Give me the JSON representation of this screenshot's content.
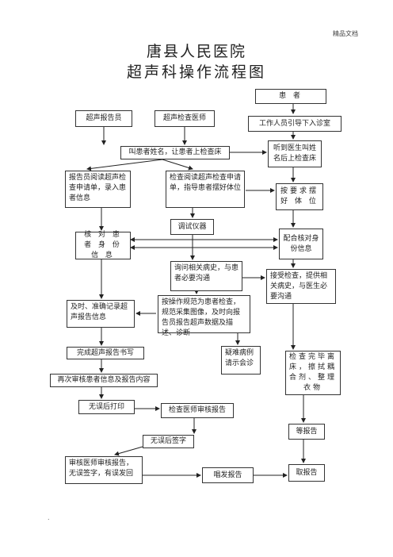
{
  "header": {
    "tag": "精品文档"
  },
  "title": {
    "line1": "唐县人民医院",
    "line2": "超声科操作流程图"
  },
  "nodes": {
    "patient": "患    者",
    "reporter": "超声报告员",
    "doctor": "超声检查医师",
    "guide": "工作人员引导下入诊室",
    "call_name": "叫患者姓名，让患者上检查床",
    "hear_name": "听到医生叫姓名后上检查床",
    "read_request_reporter": "报告员阅读超声检查申请单，录入患者信息",
    "read_request_doctor": "检查阅读超声检查申请单，指导患者摆好体位",
    "take_position": "按要求摆好 体 位",
    "debug": "调试仪器",
    "verify_identity": "核 对 患 者 身 份 信 息",
    "cooperate_verify": "配合核对身份信息",
    "ask_history": "询问相关病史，与患者必要沟通",
    "accept_exam": "接受检查，提供相关病史，与医生必要沟通",
    "record_info": "及时、准确记录超声报告信息",
    "perform_exam": "按操作规范为患者检查，规范采集图像，及时向报告员报告超声数据及描述、诊断",
    "finish_writing": "完成超声报告书写",
    "consult": "疑难病例请示会诊",
    "after_exam": "检查完毕离床，擦拭耦合剂、整理衣物",
    "recheck": "再次审核患者信息及报告内容",
    "print": "无误后打印",
    "doctor_review": "检查医师审核报告",
    "wait_report": "等报告",
    "sign": "无误后签字",
    "senior_review": "审核医师审核报告，无误签字，有误发回",
    "call_number": "唱发报告",
    "get_report": "取报告"
  },
  "footer": {
    "mark": "."
  }
}
